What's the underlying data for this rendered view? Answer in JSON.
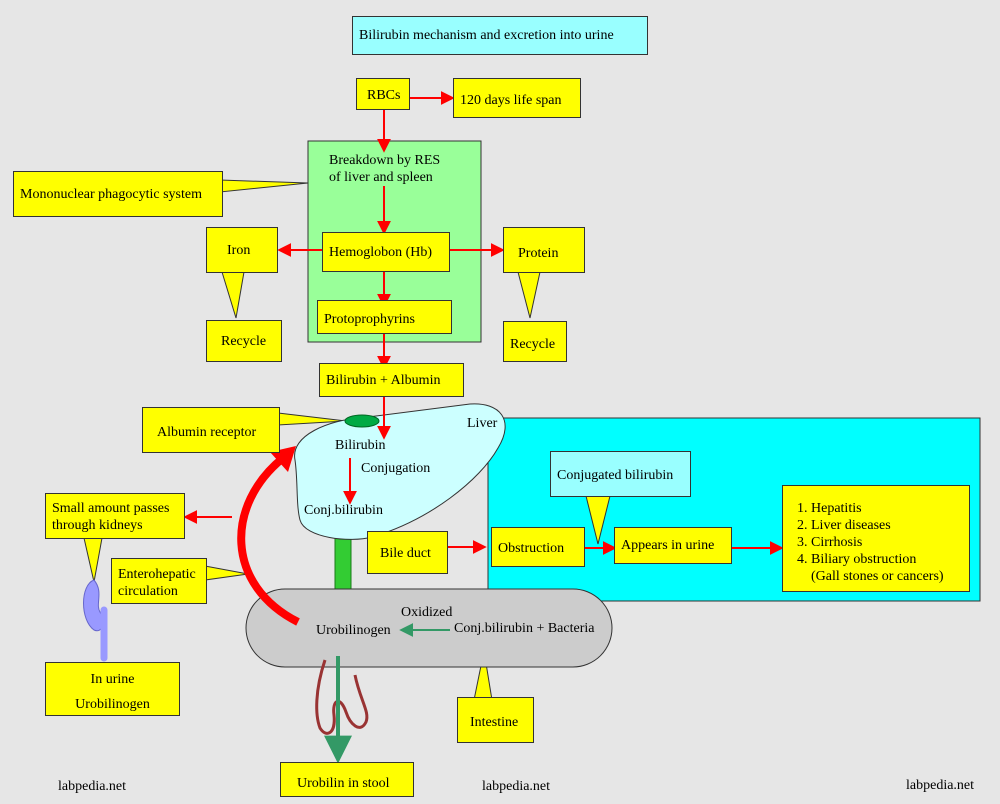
{
  "title": "Bilirubin mechanism and excretion into urine",
  "rbcs": "RBCs",
  "life_span": "120 days life span",
  "res_breakdown": "Breakdown by RES\nof liver and spleen",
  "mononuclear": "Mononuclear phagocytic system",
  "iron": "Iron",
  "hemoglobin": "Hemoglobon (Hb)",
  "protein": "Protein",
  "recycle_iron": "Recycle",
  "recycle_protein": "Recycle",
  "protoporphyrins": "Protoprophyrins",
  "bilirubin_albumin": "Bilirubin + Albumin",
  "albumin_receptor": "Albumin receptor",
  "liver": "Liver",
  "bilirubin": "Bilirubin",
  "conjugation": "Conjugation",
  "conj_bilirubin": "Conj.bilirubin",
  "small_amount": "Small amount passes\nthrough kidneys",
  "enterohepatic": "Enterohepatic\ncirculation",
  "bile_duct": "Bile duct",
  "obstruction": "Obstruction",
  "conjugated_bilirubin": "Conjugated bilirubin",
  "appears_in_urine": "Appears in urine",
  "causes": "1. Hepatitis\n2. Liver diseases\n3. Cirrhosis\n4. Biliary obstruction\n    (Gall stones or cancers)",
  "oxidized": "Oxidized",
  "urobilinogen": "Urobilinogen",
  "conj_bacteria": "Conj.bilirubin + Bacteria",
  "in_urine": "In urine",
  "urine_urobilinogen": "Urobilinogen",
  "intestine": "Intestine",
  "urobilin_stool": "Urobilin in stool",
  "watermark_left": "labpedia.net",
  "watermark_center": "labpedia.net",
  "watermark_right": "labpedia.net",
  "colors": {
    "background": "#e6e6e6",
    "yellow": "#ffff00",
    "light_green": "#99ff99",
    "cyan": "#00ffff",
    "liver_fill": "#ccffff",
    "arrow_red": "#ff0000",
    "arrow_green": "#339966",
    "kidney": "#9999ff",
    "intestine_fill": "#cccccc"
  }
}
